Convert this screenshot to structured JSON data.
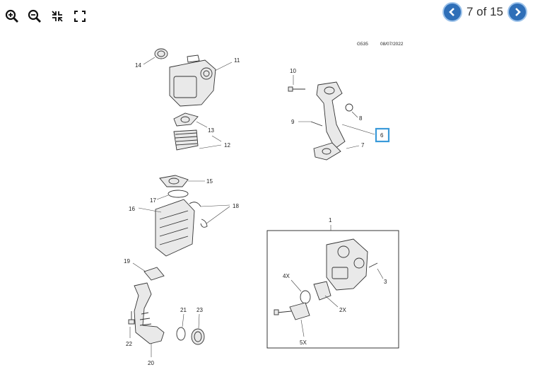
{
  "toolbar": {
    "zoom_in": "zoom-in-icon",
    "zoom_out": "zoom-out-icon",
    "exit_fullscreen": "collapse-icon",
    "fullscreen": "expand-icon"
  },
  "pager": {
    "text": "7 of 15",
    "prev_icon": "arrow-left-icon",
    "next_icon": "arrow-right-icon",
    "accent": "#2f6fb8"
  },
  "diagram": {
    "code": "G535",
    "date": "08/07/2022",
    "highlight_color": "#3a9ad9",
    "highlighted_label": "6",
    "labels": {
      "p1": "1",
      "p3": "3",
      "p2x": "2X",
      "p4x": "4X",
      "p5x": "5X",
      "p6": "6",
      "p7": "7",
      "p8": "8",
      "p9": "9",
      "p10": "10",
      "p11": "11",
      "p12": "12",
      "p13": "13",
      "p14": "14",
      "p15": "15",
      "p16": "16",
      "p17": "17",
      "p18": "18",
      "p19": "19",
      "p20": "20",
      "p21": "21",
      "p22": "22",
      "p23": "23"
    }
  }
}
